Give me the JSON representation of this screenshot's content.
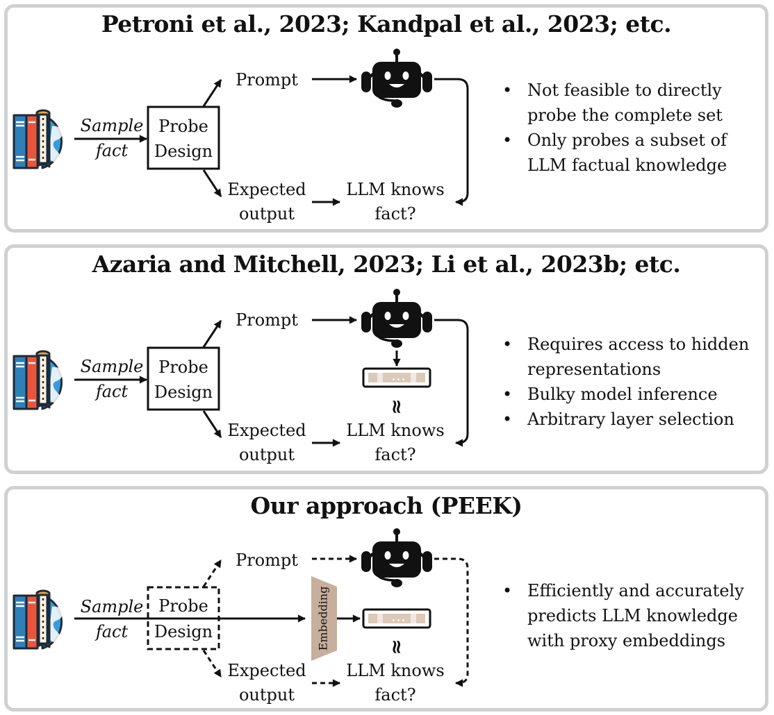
{
  "panels": [
    {
      "title": "Petroni et al., 2023; Kandpal et al., 2023; etc.",
      "sample_fact": [
        "Sample",
        "fact"
      ],
      "probe_design": [
        "Probe",
        "Design"
      ],
      "prompt": "Prompt",
      "expected_output": [
        "Expected",
        "output"
      ],
      "llm_knows_fact": [
        "LLM knows",
        "fact?"
      ],
      "bullets": [
        "Not feasible to directly probe the complete set",
        "Only probes a subset of LLM factual knowledge"
      ]
    },
    {
      "title": "Azaria and Mitchell, 2023; Li et al., 2023b; etc.",
      "sample_fact": [
        "Sample",
        "fact"
      ],
      "probe_design": [
        "Probe",
        "Design"
      ],
      "prompt": "Prompt",
      "expected_output": [
        "Expected",
        "output"
      ],
      "llm_knows_fact": [
        "LLM knows",
        "fact?"
      ],
      "approx_symbol": "≈",
      "hidden_state_dots": "•••",
      "bullets": [
        "Requires access to hidden representations",
        "Bulky model inference",
        "Arbitrary layer selection"
      ]
    },
    {
      "title": "Our approach (PEEK)",
      "sample_fact": [
        "Sample",
        "fact"
      ],
      "probe_design": [
        "Probe",
        "Design"
      ],
      "prompt": "Prompt",
      "expected_output": [
        "Expected",
        "output"
      ],
      "llm_knows_fact": [
        "LLM knows",
        "fact?"
      ],
      "approx_symbol": "≈",
      "hidden_state_dots": "•••",
      "embedding_label": "Embedding",
      "bullets": [
        "Efficiently and accurately predicts LLM knowledge with proxy embeddings"
      ]
    }
  ],
  "icons": {
    "knowledge": "books-and-globe-icon",
    "llm": "robot-headset-icon",
    "hidden": "hidden-state-vector-icon",
    "encoder": "embedding-encoder-icon"
  },
  "colors": {
    "panel_border": "#d0d0d0",
    "book_blue": "#2f7fb8",
    "book_red": "#e8553c",
    "book_cream": "#fbf3e2",
    "book_orange": "#f0a43a",
    "globe": "#3a9ad9",
    "hidden_vector": "#ddc9b9",
    "embedding": "#c8ae9c",
    "robot": "#111111"
  }
}
